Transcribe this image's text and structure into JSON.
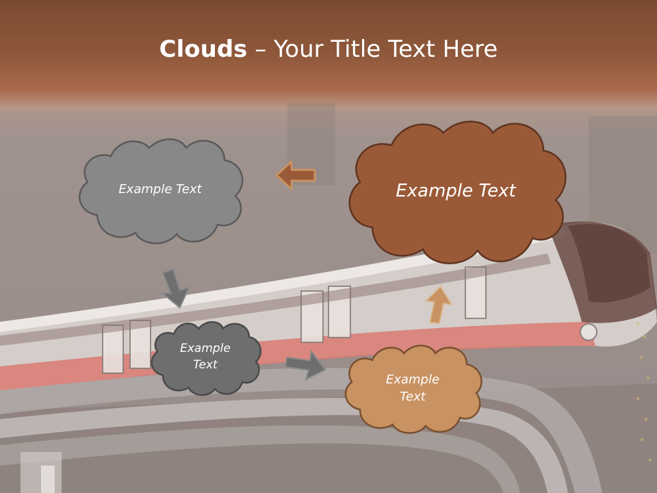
{
  "slide": {
    "title_bold": "Clouds",
    "title_rest": " – Your Title Text Here"
  },
  "clouds": [
    {
      "id": "gray-large",
      "text": "Example Text",
      "fill": "#888888",
      "stroke": "#5a5a5a"
    },
    {
      "id": "brown-large",
      "text": "Example Text",
      "fill": "#9a5a38",
      "stroke": "#5e3420"
    },
    {
      "id": "gray-small",
      "text": "Example\nText",
      "fill": "#6e6e6e",
      "stroke": "#4a4a4a"
    },
    {
      "id": "tan-small",
      "text": "Example\nText",
      "fill": "#c89262",
      "stroke": "#7a5030"
    }
  ],
  "colors": {
    "header_brown": "#7a4a30",
    "arrow_brown": "#9a5a38",
    "arrow_tan": "#c89262",
    "arrow_gray": "#6e6e6e"
  }
}
